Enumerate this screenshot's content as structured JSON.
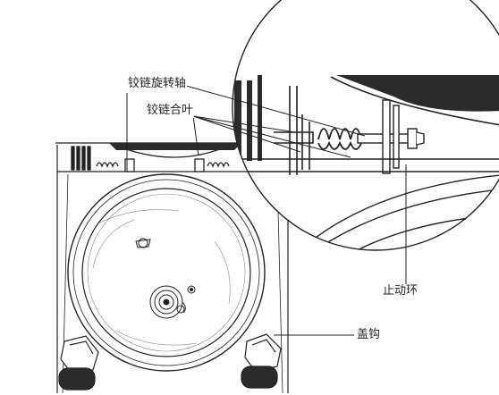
{
  "labels": {
    "hinge_axis": "铰链旋转轴",
    "hinge_leaf": "铰链合叶",
    "stop_ring": "止动环",
    "lid_hook": "盖钩"
  },
  "colors": {
    "line": "#222222",
    "dark_fill": "#2b2b2b",
    "background": "#ffffff"
  }
}
